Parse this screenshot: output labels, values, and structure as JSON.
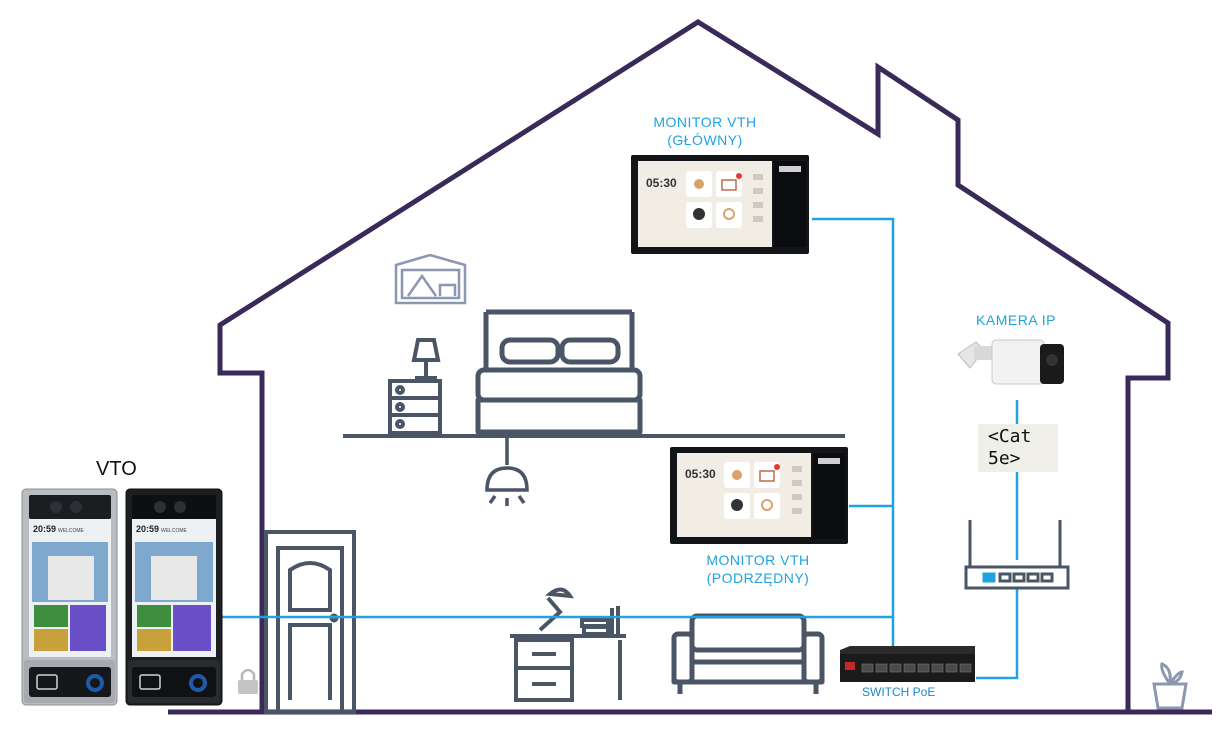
{
  "labels": {
    "vto": "VTO",
    "monitor_main": [
      "MONITOR VTH",
      "(GŁÓWNY)"
    ],
    "monitor_sub": [
      "MONITOR VTH",
      "(PODRZĘDNY)"
    ],
    "camera": "KAMERA IP",
    "cable": [
      "<Cat",
      "5e>"
    ],
    "switch": "SWITCH PoE"
  },
  "screens": {
    "monitor_time": "05:30",
    "vto_time": "20:59",
    "vto_welcome": "WELCOME"
  },
  "colors": {
    "house_outline": "#3a2a5a",
    "furniture": "#4a5566",
    "cable": "#1fa3e0",
    "label_text": "#1fa3e0"
  }
}
